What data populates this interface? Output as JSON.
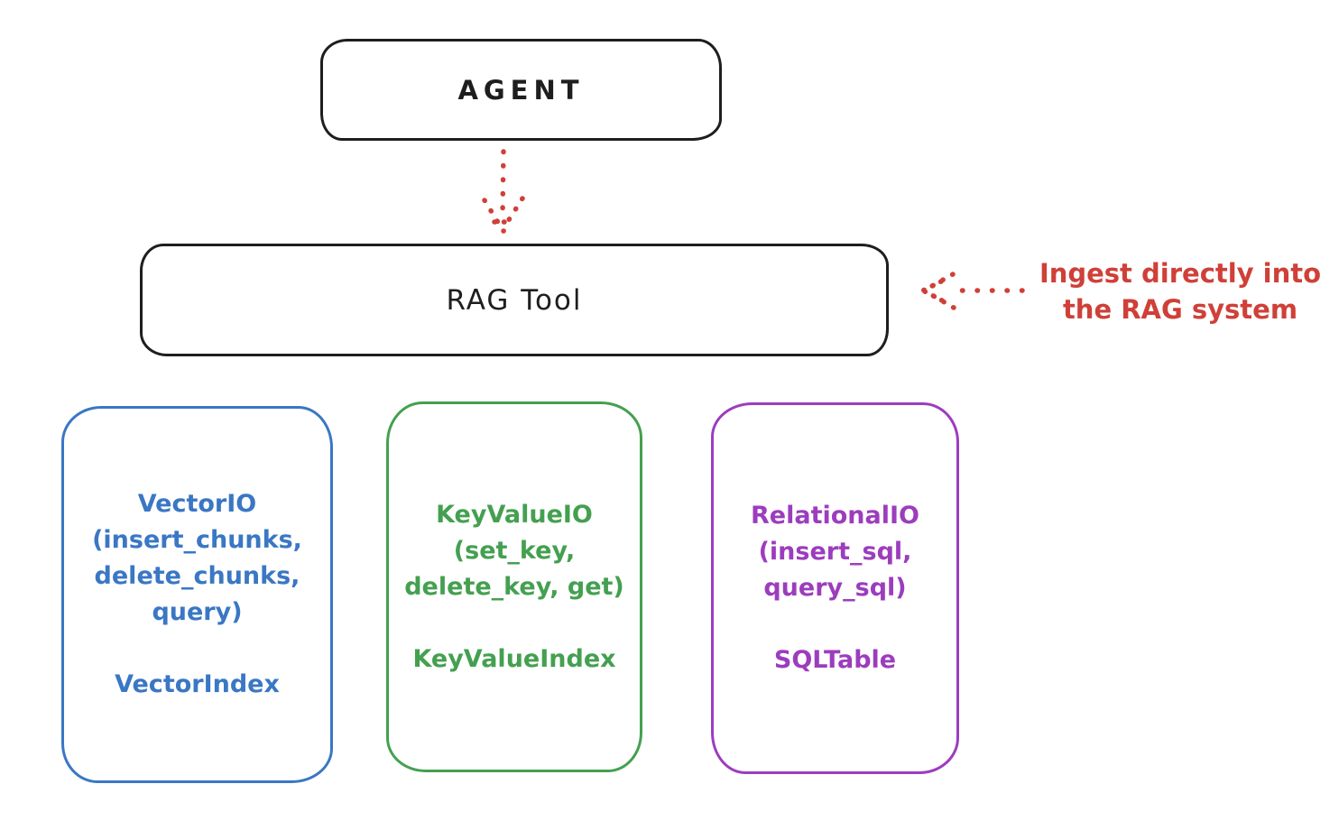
{
  "diagram": {
    "agent_box": {
      "label": "AGENT"
    },
    "rag_tool_box": {
      "label": "RAG Tool"
    },
    "annotation": {
      "line1": "Ingest directly into",
      "line2": "the RAG system"
    },
    "arrows": {
      "agent_to_rag": {
        "style": "dotted",
        "direction": "down"
      },
      "annotation_to_rag": {
        "style": "dotted",
        "direction": "left"
      }
    },
    "backends": [
      {
        "id": "vector-io",
        "lines": [
          "VectorIO",
          "(insert_chunks,",
          "delete_chunks,",
          "query)"
        ],
        "index_label": "VectorIndex",
        "color": "#3a77c4"
      },
      {
        "id": "keyvalue-io",
        "lines": [
          "KeyValueIO",
          "(set_key,",
          "delete_key, get)"
        ],
        "index_label": "KeyValueIndex",
        "color": "#44a050"
      },
      {
        "id": "relational-io",
        "lines": [
          "RelationalIO",
          "(insert_sql,",
          "query_sql)"
        ],
        "index_label": "SQLTable",
        "color": "#9c3dbd"
      }
    ],
    "colors": {
      "stroke": "#1e1e1e",
      "accent_red": "#cf4038",
      "blue": "#3a77c4",
      "green": "#44a050",
      "purple": "#9c3dbd",
      "background": "#ffffff"
    }
  }
}
